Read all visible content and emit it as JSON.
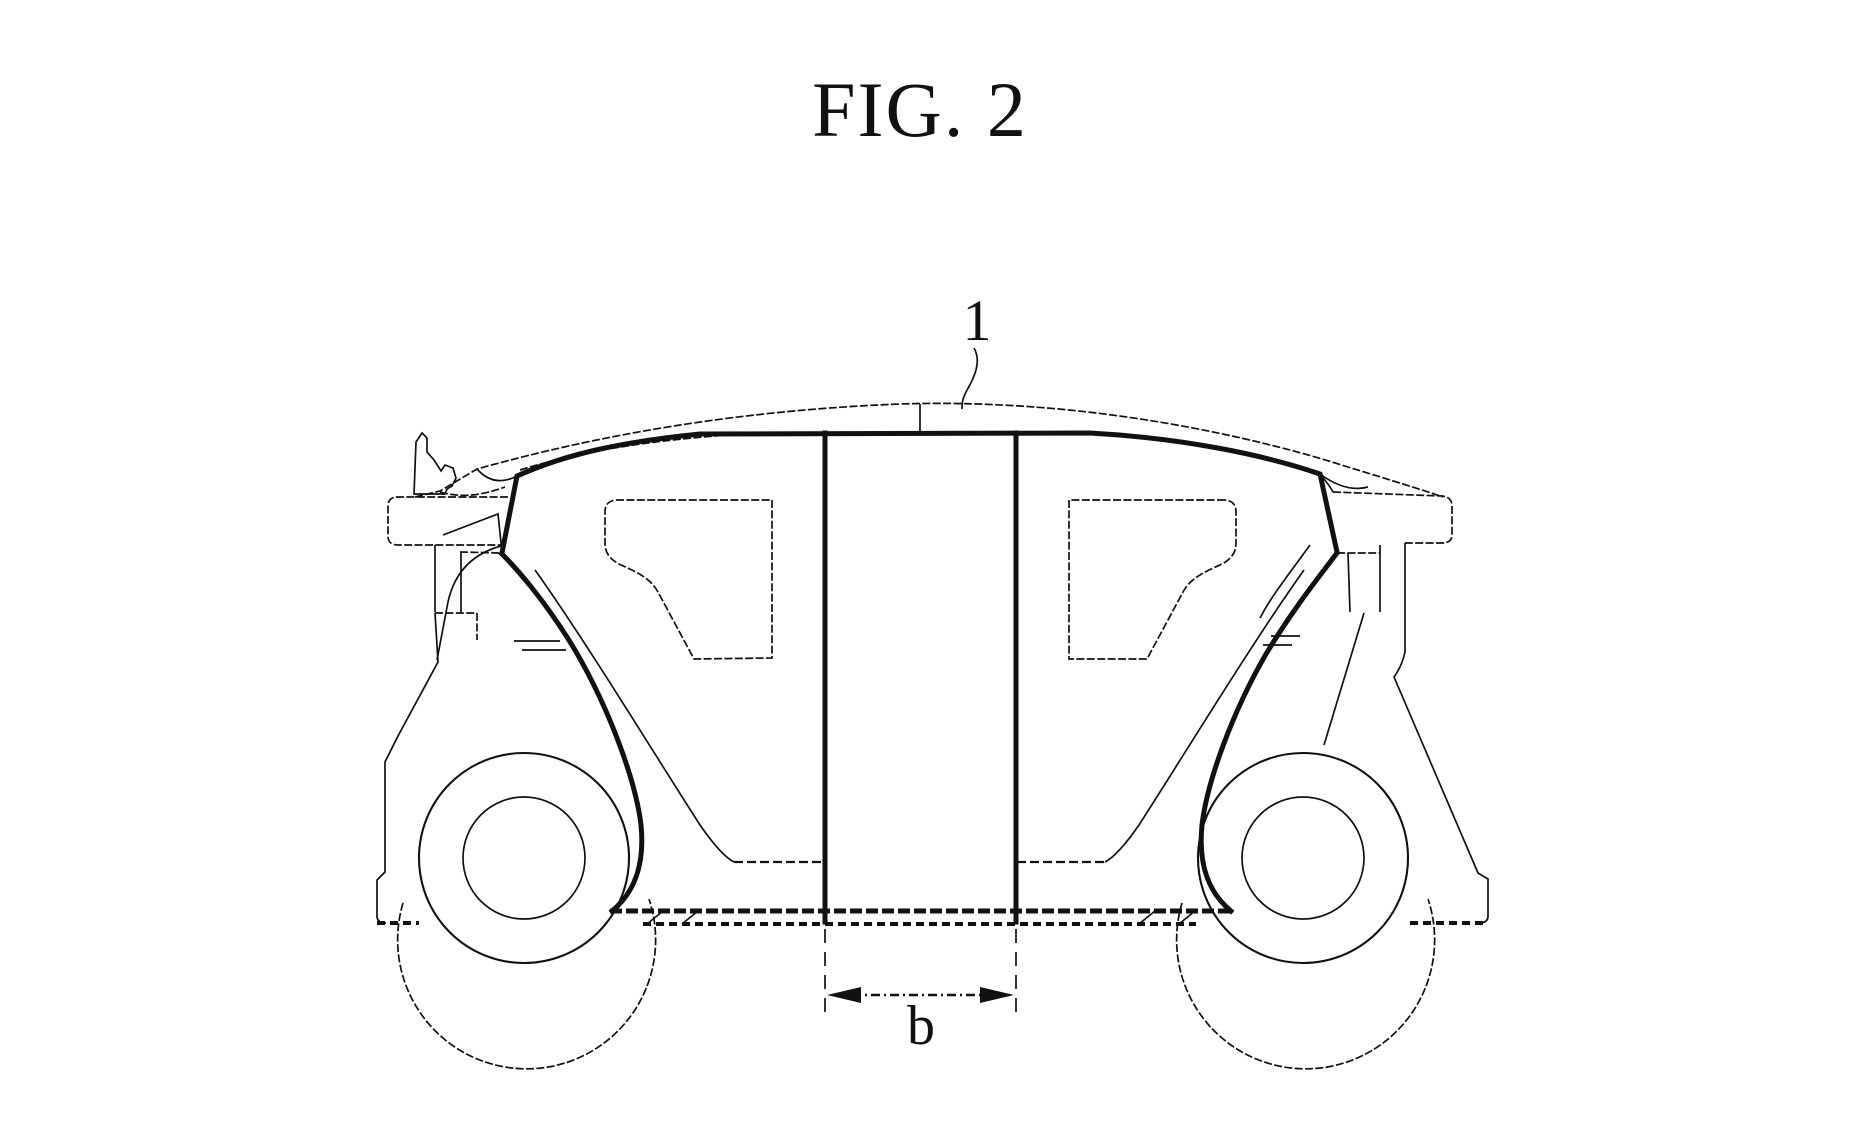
{
  "figure": {
    "title": "FIG. 2"
  },
  "annotations": {
    "vehicle_reference_numeral": "1",
    "dimension_label": "b"
  },
  "colors": {
    "line": "#111111",
    "background": "#ffffff"
  }
}
